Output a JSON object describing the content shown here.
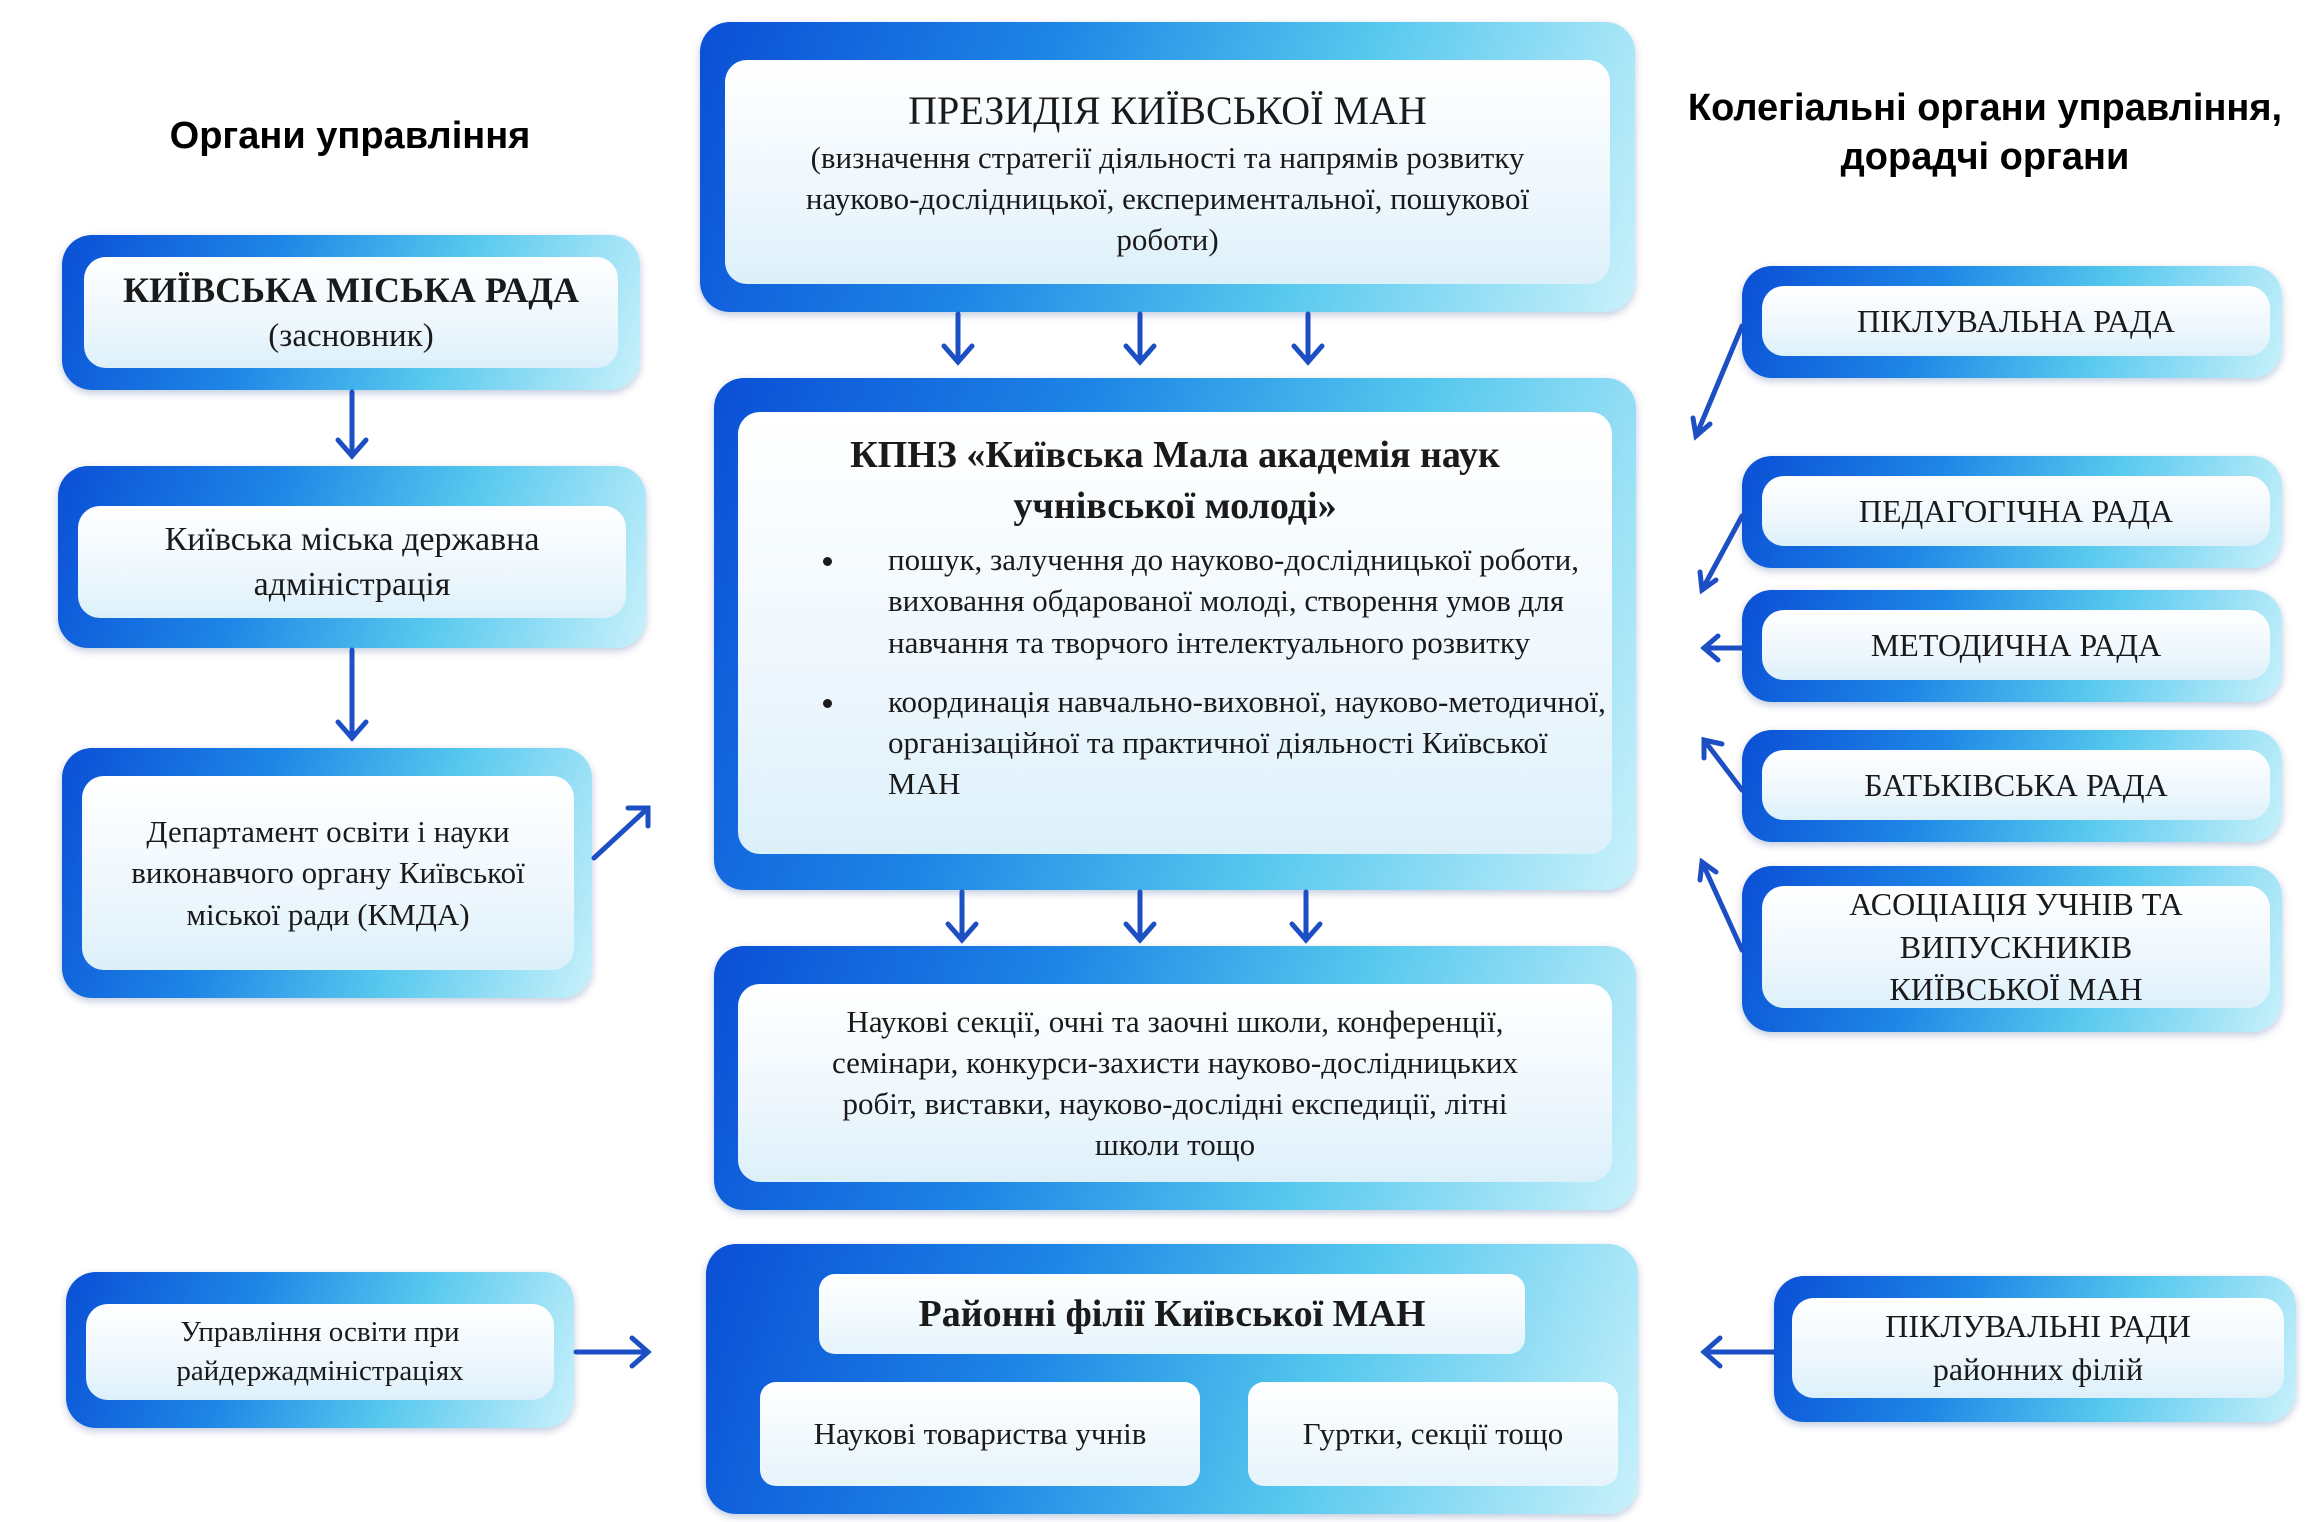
{
  "headings": {
    "left": "Органи  управління",
    "right": "Колегіальні органи управління, дорадчі органи"
  },
  "presidium": {
    "title": "ПРЕЗИДІЯ КИЇВСЬКОЇ МАН",
    "description": "(визначення  стратегії діяльності та напрямів розвитку науково-дослідницької,  експериментальної, пошукової роботи)"
  },
  "left_chain": {
    "city_council": {
      "title": "КИЇВСЬКА  МІСЬКА  РАДА",
      "subtitle": "(засновник)"
    },
    "administration": "Київська міська державна адміністрація",
    "department": "Департамент  освіти і науки виконавчого органу Київської міської ради (КМДА)",
    "district_education": "Управління  освіти при райдержадміністраціях"
  },
  "academy": {
    "title": "КПНЗ «Київська  Мала  академія  наук учнівської  молоді»",
    "bullets": [
      "пошук,  залучення  до науково-дослідницької роботи, виховання  обдарованої молоді, створення  умов для навчання  та творчого інтелектуального  розвитку",
      "координація  навчально-виховної,  науково-методичної,  організаційної  та практичної діяльності  Київської МАН"
    ]
  },
  "activities": "Наукові  секції,  очні та заочні школи,  конференції, семінари,  конкурси-захисти  науково-дослідницьких робіт,  виставки,  науково-дослідні  експедиції, літні школи  тощо",
  "branches": {
    "title": "Районні  філії  Київської  МАН",
    "societies": "Наукові  товариства  учнів",
    "clubs": "Гуртки,  секції  тощо"
  },
  "councils": [
    "ПІКЛУВАЛЬНА  РАДА",
    "ПЕДАГОГІЧНА  РАДА",
    "МЕТОДИЧНА  РАДА",
    "БАТЬКІВСЬКА  РАДА",
    "АСОЦІАЦІЯ  УЧНІВ ТА  ВИПУСКНИКІВ КИЇВСЬКОЇ  МАН"
  ],
  "district_councils": "ПІКЛУВАЛЬНІ  РАДИ районних  філій",
  "colors": {
    "arrow": "#1d4fc4",
    "box_dark": "#0a4fd6",
    "box_light": "#c9f1fb"
  }
}
